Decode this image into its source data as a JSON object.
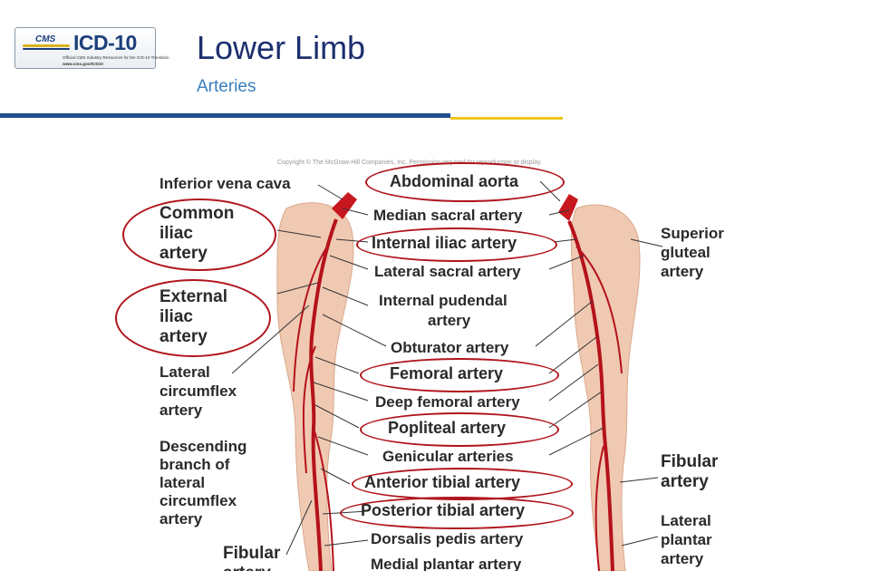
{
  "logo": {
    "cms": "CMS",
    "brand": "ICD-10",
    "line1": "Official CMS Industry Resources for the ICD-10 Transition",
    "line2": "www.cms.gov/ICD10"
  },
  "slide": {
    "title": "Lower Limb",
    "subtitle": "Arteries"
  },
  "figure": {
    "copyright": "Copyright © The McGraw-Hill Companies, Inc. Permission required for reproduction or display.",
    "center_labels": [
      "Abdominal aorta",
      "Median sacral artery",
      "Internal iliac artery",
      "Lateral sacral artery",
      "Internal pudendal",
      "artery",
      "Obturator artery",
      "Femoral artery",
      "Deep femoral artery",
      "Popliteal artery",
      "Genicular arteries",
      "Anterior tibial artery",
      "Posterior tibial artery",
      "Dorsalis pedis artery",
      "Medial plantar artery"
    ],
    "left_labels": [
      "Inferior vena cava",
      "Common",
      "iliac",
      "artery",
      "External",
      "iliac",
      "artery",
      "Lateral",
      "circumflex",
      "artery",
      "Descending",
      "branch of",
      "lateral",
      "circumflex",
      "artery",
      "Fibular",
      "artery"
    ],
    "right_labels": [
      "Superior",
      "gluteal",
      "artery",
      "Fibular",
      "artery",
      "Lateral",
      "plantar",
      "artery"
    ]
  }
}
